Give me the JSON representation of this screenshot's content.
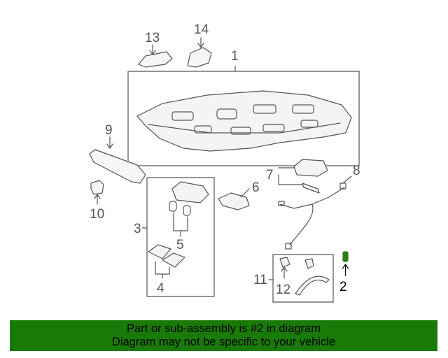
{
  "diagram": {
    "callouts": [
      "1",
      "2",
      "3",
      "4",
      "5",
      "6",
      "7",
      "8",
      "9",
      "10",
      "11",
      "12",
      "13",
      "14"
    ],
    "highlighted_part": "2"
  },
  "banner": {
    "line1": "Part or sub-assembly is #2 in diagram",
    "line2": "Diagram may not be specific to your vehicle"
  },
  "colors": {
    "line_art": "#555555",
    "highlight_part": "#2e7d1a",
    "banner_bg": "#1a7a07",
    "text": "#000000"
  }
}
